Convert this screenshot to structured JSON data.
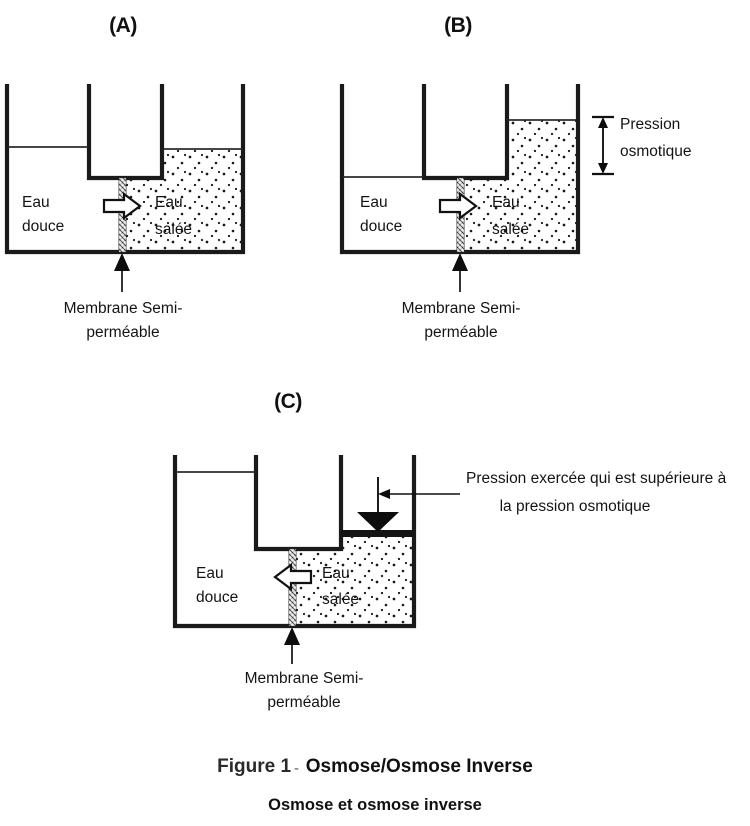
{
  "figure": {
    "panels": [
      {
        "id": "A",
        "label": "(A)",
        "fresh_water_label_line1": "Eau",
        "fresh_water_label_line2": "douce",
        "salt_water_label_line1": "Eau",
        "salt_water_label_line2": "salée",
        "membrane_label_line1": "Membrane Semi-",
        "membrane_label_line2": "perméable",
        "flow_direction": "right",
        "state": "osmose-debut"
      },
      {
        "id": "B",
        "label": "(B)",
        "fresh_water_label_line1": "Eau",
        "fresh_water_label_line2": "douce",
        "salt_water_label_line1": "Eau",
        "salt_water_label_line2": "salée",
        "membrane_label_line1": "Membrane Semi-",
        "membrane_label_line2": "perméable",
        "pressure_label_line1": "Pression",
        "pressure_label_line2": "osmotique",
        "flow_direction": "right",
        "state": "equilibre-osmotique"
      },
      {
        "id": "C",
        "label": "(C)",
        "fresh_water_label_line1": "Eau",
        "fresh_water_label_line2": "douce",
        "salt_water_label_line1": "Eau",
        "salt_water_label_line2": "salée",
        "membrane_label_line1": "Membrane Semi-",
        "membrane_label_line2": "perméable",
        "pressure_label_line1": "Pression exercée qui est supérieure à",
        "pressure_label_line2": "la pression osmotique",
        "flow_direction": "left",
        "state": "osmose-inverse"
      }
    ],
    "caption": {
      "figure_number": "Figure 1",
      "dash": "-",
      "title": "Osmose/Osmose Inverse",
      "subtitle": "Osmose et osmose inverse"
    },
    "colors": {
      "stroke": "#1a1a1a",
      "fill_white": "#ffffff",
      "piston": "#141414",
      "text": "#141414"
    }
  }
}
